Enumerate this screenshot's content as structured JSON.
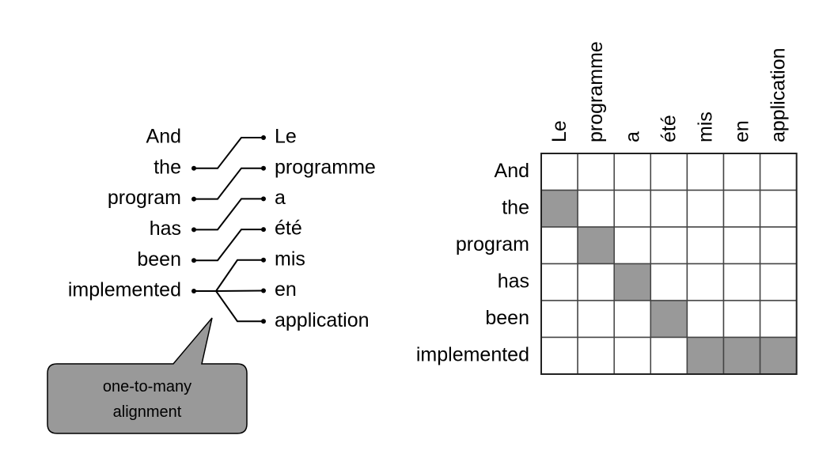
{
  "alignment_list": {
    "source_words": [
      "And",
      "the",
      "program",
      "has",
      "been",
      "implemented"
    ],
    "target_words": [
      "Le",
      "programme",
      "a",
      "été",
      "mis",
      "en",
      "application"
    ],
    "links": [
      {
        "source": 1,
        "target": 0
      },
      {
        "source": 2,
        "target": 1
      },
      {
        "source": 3,
        "target": 2
      },
      {
        "source": 4,
        "target": 3
      },
      {
        "source": 5,
        "target": 4
      },
      {
        "source": 5,
        "target": 5
      },
      {
        "source": 5,
        "target": 6
      }
    ]
  },
  "callout": {
    "line1": "one-to-many",
    "line2": "alignment",
    "fill_color": "#999999"
  },
  "matrix": {
    "row_labels": [
      "And",
      "the",
      "program",
      "has",
      "been",
      "implemented"
    ],
    "column_labels": [
      "Le",
      "programme",
      "a",
      "été",
      "mis",
      "en",
      "application"
    ],
    "filled_cells": [
      [
        1,
        0
      ],
      [
        2,
        1
      ],
      [
        3,
        2
      ],
      [
        4,
        3
      ],
      [
        5,
        4
      ],
      [
        5,
        5
      ],
      [
        5,
        6
      ]
    ],
    "fill_color": "#999999",
    "grid_color": "#444444"
  }
}
